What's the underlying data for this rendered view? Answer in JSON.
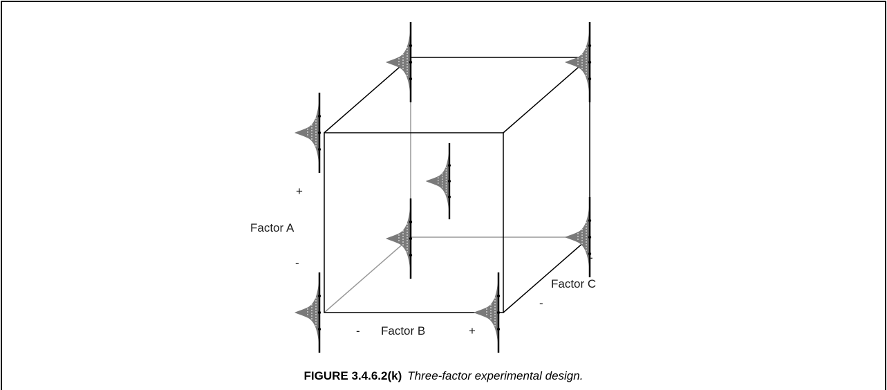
{
  "labels": {
    "a_plus": "+",
    "factor_a": "Factor A",
    "a_minus": "-",
    "b_minus": "-",
    "factor_b": "Factor B",
    "b_plus": "+",
    "c_plus": "-",
    "factor_c": "Factor C",
    "c_minus": "-"
  },
  "caption": {
    "number": "FIGURE 3.4.6.2(k)",
    "text": "Three-factor experimental design."
  },
  "colors": {
    "distribution_fill": "#7a7a7a",
    "front_edges": "#000000",
    "hidden_edges": "#999999"
  }
}
